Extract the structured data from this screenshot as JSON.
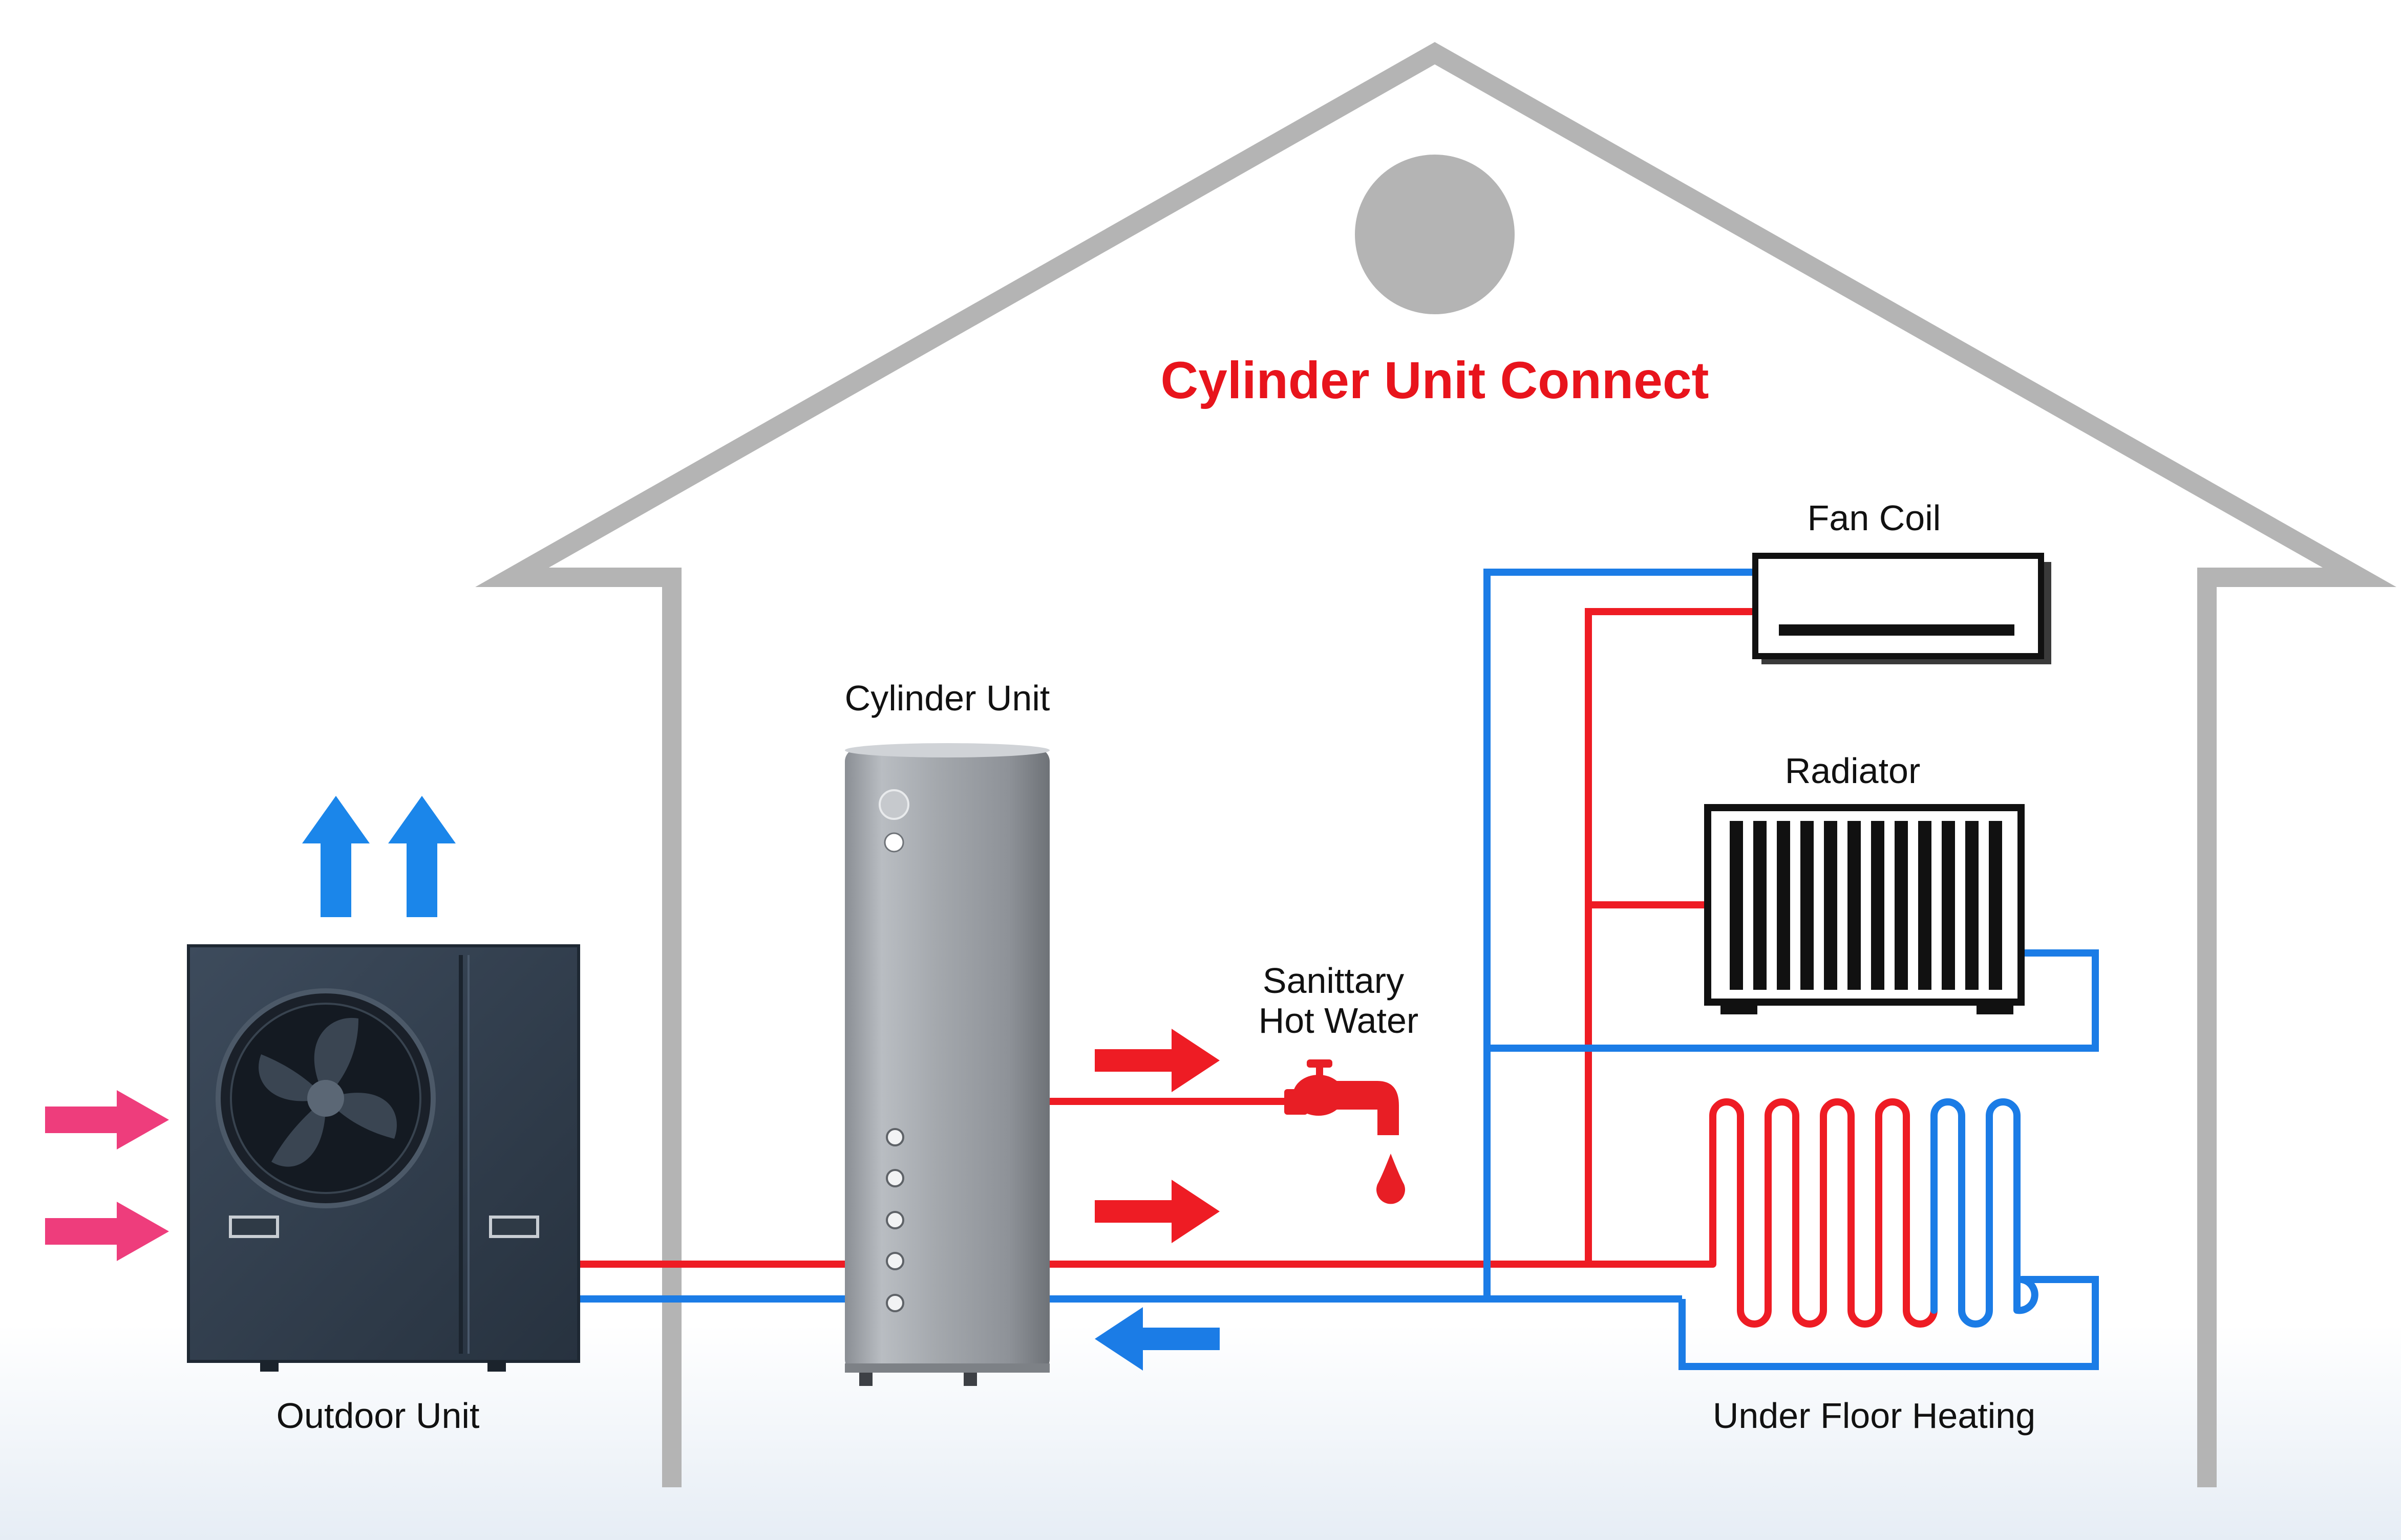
{
  "title": "Cylinder Unit Connect",
  "labels": {
    "cylinder_unit": "Cylinder Unit",
    "fan_coil": "Fan Coil",
    "radiator": "Radiator",
    "sanitary_line1": "Sanittary",
    "sanitary_line2": "Hot Water",
    "outdoor_unit": "Outdoor Unit",
    "under_floor_heating": "Under Floor Heating"
  },
  "colors": {
    "hot_pipe": "#ee1c24",
    "cold_pipe": "#1b7ce6",
    "house_outline": "#b4b4b4",
    "title": "#e8141c",
    "air_in_arrow": "#ee3d7c",
    "air_out_arrow": "#1b86ea"
  },
  "icons": {
    "fan": "fan-icon",
    "tap": "water-tap-icon",
    "drop": "water-drop-icon"
  }
}
